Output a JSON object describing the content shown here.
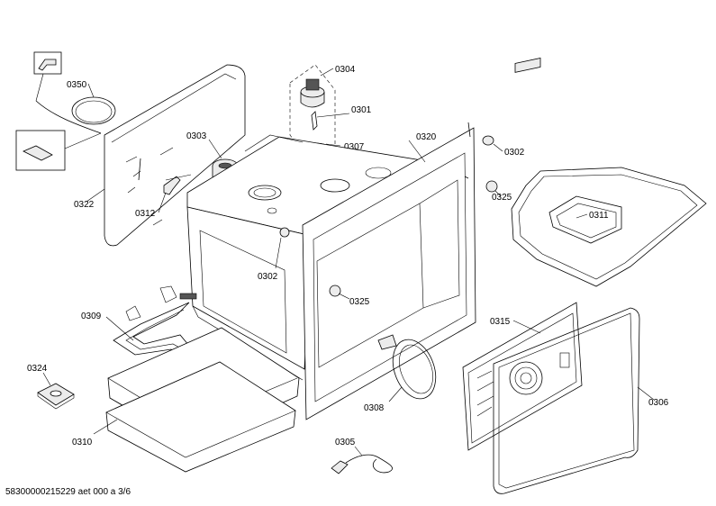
{
  "diagram": {
    "footer": "58300000215229 aet 000 a 3/6",
    "parts": {
      "p0350": "0350",
      "p0304": "0304",
      "p0301": "0301",
      "p0303": "0303",
      "p0307": "0307",
      "p0320": "0320",
      "p0302a": "0302",
      "p0322": "0322",
      "p0325a": "0325",
      "p0311": "0311",
      "p0312": "0312",
      "p0302b": "0302",
      "p0325b": "0325",
      "p0309": "0309",
      "p0315": "0315",
      "p0324": "0324",
      "p0306": "0306",
      "p0308": "0308",
      "p0310": "0310",
      "p0305": "0305"
    }
  }
}
